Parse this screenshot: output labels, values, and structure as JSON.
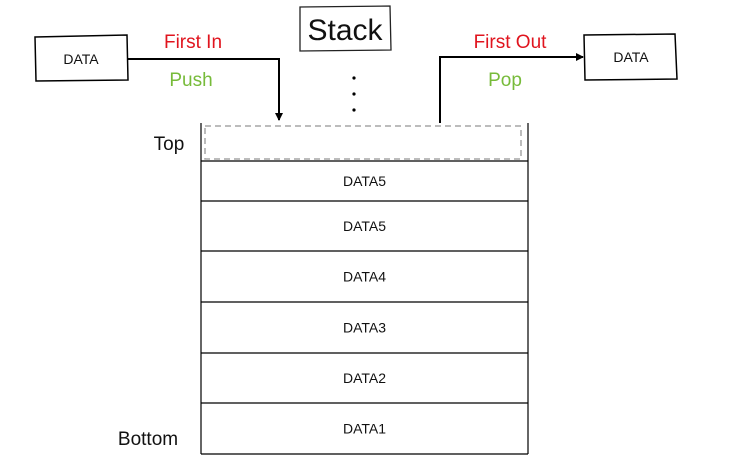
{
  "title": "Stack",
  "input_box": {
    "label": "DATA"
  },
  "output_box": {
    "label": "DATA"
  },
  "push": {
    "label_top": "First In",
    "label_bottom": "Push"
  },
  "pop": {
    "label_top": "First Out",
    "label_bottom": "Pop"
  },
  "ellipsis": "⋮",
  "stack": {
    "top_label": "Top",
    "bottom_label": "Bottom",
    "cells": [
      "DATA5",
      "DATA5",
      "DATA4",
      "DATA3",
      "DATA2",
      "DATA1"
    ]
  },
  "colors": {
    "first_label": "#e0141e",
    "action_label": "#77bb3a",
    "line": "#000000",
    "dashed": "#a6a6a6"
  }
}
